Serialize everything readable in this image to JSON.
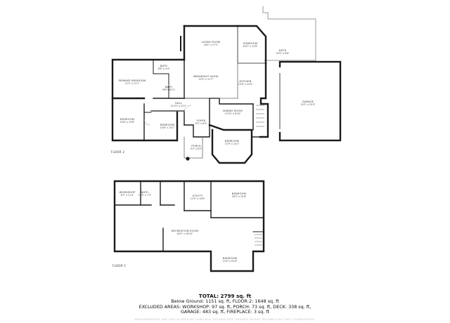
{
  "floor2": {
    "label": "FLOOR 2",
    "rooms": [
      {
        "id": "living-room",
        "name": "LIVING ROOM",
        "dims": "18'4\" x 17'1\""
      },
      {
        "id": "sunroom",
        "name": "SUNROOM",
        "dims": "8'10\" x 11'8\""
      },
      {
        "id": "deck",
        "name": "DECK",
        "dims": "29'5\" x 6'8\""
      },
      {
        "id": "bath-upper",
        "name": "BATH",
        "dims": "8'8\" x 4'4\""
      },
      {
        "id": "primary-bedroom",
        "name": "PRIMARY BEDROOM",
        "dims": "12'3\" x 11'7\""
      },
      {
        "id": "breakfast-nook",
        "name": "BREAKFAST NOOK",
        "dims": "14'3\" x 11'7\""
      },
      {
        "id": "bath-mid",
        "name": "BATH",
        "dims": "7'4\" x 8'11\""
      },
      {
        "id": "kitchen",
        "name": "KITCHEN",
        "dims": "12'6\" x 24'5\""
      },
      {
        "id": "garage",
        "name": "GARAGE",
        "dims": "19'2\" x 25'5\""
      },
      {
        "id": "hall",
        "name": "HALL",
        "dims": "21'10\" x 3'11\""
      },
      {
        "id": "bedroom-left",
        "name": "BEDROOM",
        "dims": "10'6\" x 13'6\""
      },
      {
        "id": "bedroom-center",
        "name": "BEDROOM",
        "dims": "10'8\" x 10'1\""
      },
      {
        "id": "foyer",
        "name": "FOYER",
        "dims": "6'3\" x 8'5\""
      },
      {
        "id": "dining-room",
        "name": "DINING ROOM",
        "dims": "13'10\" x 8'10\""
      },
      {
        "id": "bedroom-bay",
        "name": "BEDROOM",
        "dims": "13'9\" x 14'1\""
      },
      {
        "id": "porch",
        "name": "PORCH",
        "dims": "9'3\" x 8'2\""
      }
    ]
  },
  "floor1": {
    "label": "FLOOR 1",
    "rooms": [
      {
        "id": "workshop",
        "name": "WORKSHOP",
        "dims": "8'7\" x 11'4\""
      },
      {
        "id": "bath-lower",
        "name": "BATH",
        "dims": "11'8\" x 7'3\""
      },
      {
        "id": "utility",
        "name": "UTILITY",
        "dims": "11'9\" x 10'8\""
      },
      {
        "id": "bedroom-lower",
        "name": "BEDROOM",
        "dims": "16'0\" x 10'8\""
      },
      {
        "id": "recreation-room",
        "name": "RECREATION ROOM",
        "dims": "49'2\" x 16'10\""
      },
      {
        "id": "bedroom-bottom",
        "name": "BEDROOM",
        "dims": "13'4\" x 9'10\""
      }
    ]
  },
  "summary": {
    "total_label": "TOTAL:",
    "total_value": "2799 sq. ft",
    "line1": "Below Ground: 1151 sq. ft, FLOOR 2: 1648 sq. ft",
    "line2": "EXCLUDED AREAS: WORKSHOP: 97 sq. ft, PORCH: 73 sq. ft, DECK: 338 sq. ft,",
    "line3": "GARAGE: 483 sq. ft, FIREPLACE: 3 sq. ft"
  },
  "footer": "MEASUREMENTS ARE CALCULATED BY CUBICASA TECHNOLOGY. DEEMED HIGHLY RELIABLE BUT NOT GUARANTEED.",
  "colors": {
    "wall": "#1a1a1a",
    "thin": "#666666",
    "deck": "#9a9a9a"
  }
}
